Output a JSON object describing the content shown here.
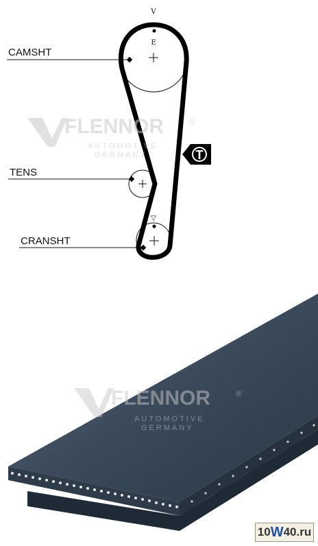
{
  "diagram": {
    "labels": {
      "camshaft": "CAMSHT",
      "tensioner": "TENS",
      "crankshaft": "CRANSHT"
    },
    "timing_marks": {
      "top_arrow": "V",
      "cam_mark": "E",
      "crank_arrow": "▽"
    },
    "badge": {
      "letter": "T"
    }
  },
  "watermark": {
    "brand": "FLENNOR",
    "registered": "®",
    "line1": "AUTOMOTIVE",
    "line2": "GERMANY"
  },
  "site_badge": {
    "part1": "10",
    "part2": "W",
    "part3": "40",
    "part4": ".ru"
  },
  "colors": {
    "belt_face": "#3a4a5a",
    "belt_edge": "#1e2a36",
    "watermark": "#c9c9c9",
    "line": "#111111"
  }
}
